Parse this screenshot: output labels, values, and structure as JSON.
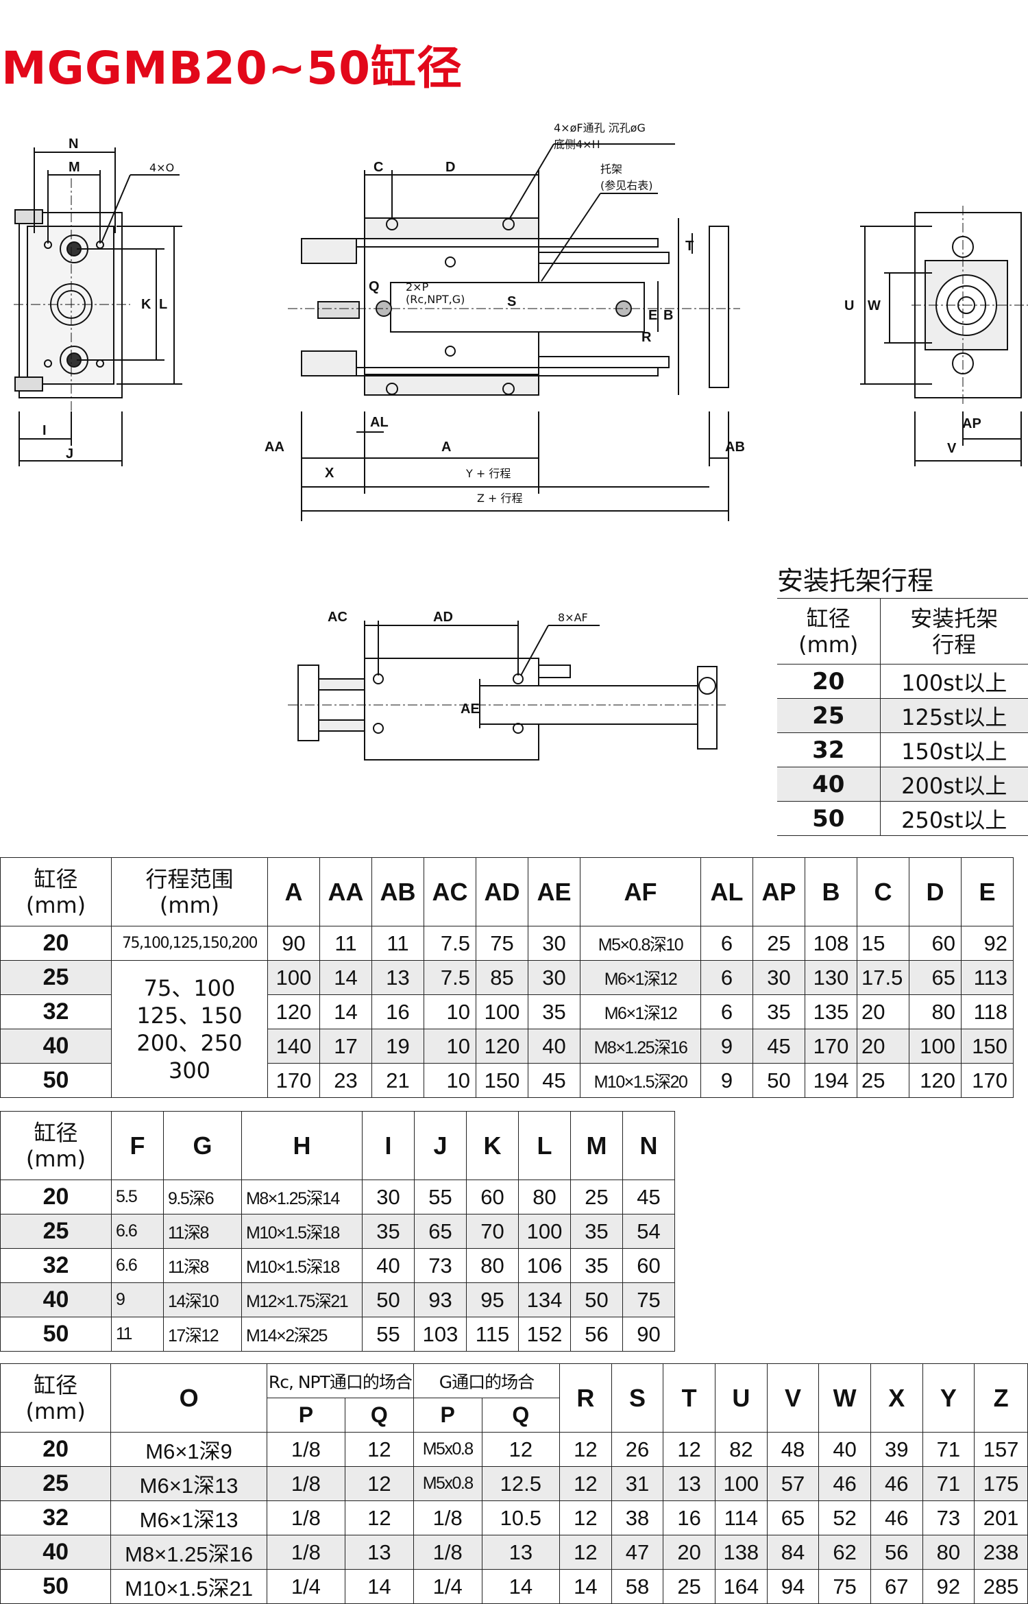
{
  "title": "MGGMB20~50缸径",
  "drawing": {
    "labels": {
      "N": "N",
      "M": "M",
      "O4": "4×O",
      "K": "K",
      "L": "L",
      "I": "I",
      "J": "J",
      "C": "C",
      "D": "D",
      "F_note1": "4×øF通孔 沉孔øG",
      "F_note2": "底侧4×H",
      "bracket_note1": "托架",
      "bracket_note2": "(参见右表)",
      "Q": "Q",
      "P_note1": "2×P",
      "P_note2": "(Rc,NPT,G)",
      "S": "S",
      "T": "T",
      "E": "E",
      "B": "B",
      "R": "R",
      "AL": "AL",
      "AA": "AA",
      "A": "A",
      "AB": "AB",
      "X": "X",
      "Y": "Y + 行程",
      "Z": "Z + 行程",
      "U": "U",
      "W": "W",
      "AP": "AP",
      "V": "V",
      "AC": "AC",
      "AD": "AD",
      "AF": "8×AF",
      "AE": "AE"
    }
  },
  "bracket": {
    "title": "安装托架行程",
    "headers": [
      "缸径\n(mm)",
      "安装托架\n行程"
    ],
    "rows": [
      [
        "20",
        "100st以上"
      ],
      [
        "25",
        "125st以上"
      ],
      [
        "32",
        "150st以上"
      ],
      [
        "40",
        "200st以上"
      ],
      [
        "50",
        "250st以上"
      ]
    ]
  },
  "table1": {
    "headers": [
      "缸径\n(mm)",
      "行程范围\n(mm)",
      "A",
      "AA",
      "AB",
      "AC",
      "AD",
      "AE",
      "AF",
      "AL",
      "AP",
      "B",
      "C",
      "D",
      "E"
    ],
    "range_20": "75,100,125,150,200",
    "range_rest": "75、100\n125、150\n200、250\n300",
    "rows": [
      [
        "20",
        "90",
        "11",
        "11",
        "7.5",
        "75",
        "30",
        "M5×0.8深10",
        "6",
        "25",
        "108",
        "15",
        "60",
        "92"
      ],
      [
        "25",
        "100",
        "14",
        "13",
        "7.5",
        "85",
        "30",
        "M6×1深12",
        "6",
        "30",
        "130",
        "17.5",
        "65",
        "113"
      ],
      [
        "32",
        "120",
        "14",
        "16",
        "10",
        "100",
        "35",
        "M6×1深12",
        "6",
        "35",
        "135",
        "20",
        "80",
        "118"
      ],
      [
        "40",
        "140",
        "17",
        "19",
        "10",
        "120",
        "40",
        "M8×1.25深16",
        "9",
        "45",
        "170",
        "20",
        "100",
        "150"
      ],
      [
        "50",
        "170",
        "23",
        "21",
        "10",
        "150",
        "45",
        "M10×1.5深20",
        "9",
        "50",
        "194",
        "25",
        "120",
        "170"
      ]
    ]
  },
  "table2": {
    "headers": [
      "缸径\n(mm)",
      "F",
      "G",
      "H",
      "I",
      "J",
      "K",
      "L",
      "M",
      "N"
    ],
    "rows": [
      [
        "20",
        "5.5",
        "9.5深6",
        "M8×1.25深14",
        "30",
        "55",
        "60",
        "80",
        "25",
        "45"
      ],
      [
        "25",
        "6.6",
        "11深8",
        "M10×1.5深18",
        "35",
        "65",
        "70",
        "100",
        "35",
        "54"
      ],
      [
        "32",
        "6.6",
        "11深8",
        "M10×1.5深18",
        "40",
        "73",
        "80",
        "106",
        "35",
        "60"
      ],
      [
        "40",
        "9",
        "14深10",
        "M12×1.75深21",
        "50",
        "93",
        "95",
        "134",
        "50",
        "75"
      ],
      [
        "50",
        "11",
        "17深12",
        "M14×2深25",
        "55",
        "103",
        "115",
        "152",
        "56",
        "90"
      ]
    ]
  },
  "table3": {
    "headers": [
      "缸径\n(mm)",
      "O",
      "Rc, NPT通口的场合",
      "G通口的场合",
      "R",
      "S",
      "T",
      "U",
      "V",
      "W",
      "X",
      "Y",
      "Z"
    ],
    "subheaders": [
      "P",
      "Q",
      "P",
      "Q"
    ],
    "rows": [
      [
        "20",
        "M6×1深9",
        "1/8",
        "12",
        "M5x0.8",
        "12",
        "12",
        "26",
        "12",
        "82",
        "48",
        "40",
        "39",
        "71",
        "157"
      ],
      [
        "25",
        "M6×1深13",
        "1/8",
        "12",
        "M5x0.8",
        "12.5",
        "12",
        "31",
        "13",
        "100",
        "57",
        "46",
        "46",
        "71",
        "175"
      ],
      [
        "32",
        "M6×1深13",
        "1/8",
        "12",
        "1/8",
        "10.5",
        "12",
        "38",
        "16",
        "114",
        "65",
        "52",
        "46",
        "73",
        "201"
      ],
      [
        "40",
        "M8×1.25深16",
        "1/8",
        "13",
        "1/8",
        "13",
        "12",
        "47",
        "20",
        "138",
        "84",
        "62",
        "56",
        "80",
        "238"
      ],
      [
        "50",
        "M10×1.5深21",
        "1/4",
        "14",
        "1/4",
        "14",
        "14",
        "58",
        "25",
        "164",
        "94",
        "75",
        "67",
        "92",
        "285"
      ]
    ]
  }
}
